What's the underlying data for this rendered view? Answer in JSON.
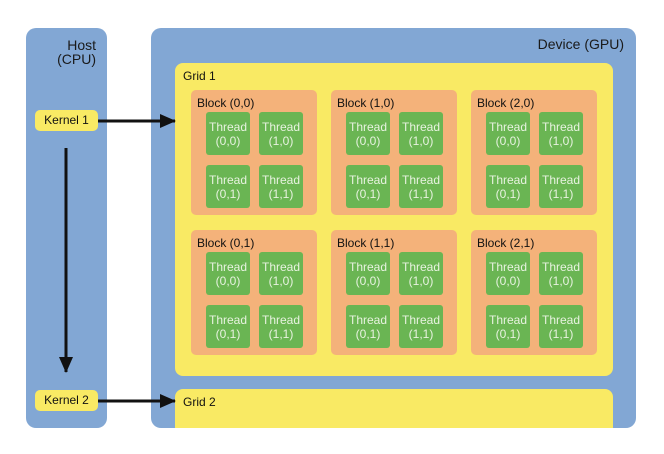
{
  "host": {
    "title_line1": "Host",
    "title_line2": "(CPU)"
  },
  "device": {
    "title": "Device (GPU)"
  },
  "kernels": [
    {
      "label": "Kernel 1"
    },
    {
      "label": "Kernel 2"
    }
  ],
  "grids": [
    {
      "label": "Grid 1"
    },
    {
      "label": "Grid 2"
    }
  ],
  "blocks": [
    {
      "label": "Block (0,0)"
    },
    {
      "label": "Block (1,0)"
    },
    {
      "label": "Block (2,0)"
    },
    {
      "label": "Block (0,1)"
    },
    {
      "label": "Block (1,1)"
    },
    {
      "label": "Block (2,1)"
    }
  ],
  "thread_word": "Thread",
  "threads": [
    "(0,0)",
    "(1,0)",
    "(0,1)",
    "(1,1)"
  ],
  "colors": {
    "panel": "#82a7d4",
    "grid": "#f9ea64",
    "block": "#f4b27a",
    "thread": "#6ab553"
  }
}
